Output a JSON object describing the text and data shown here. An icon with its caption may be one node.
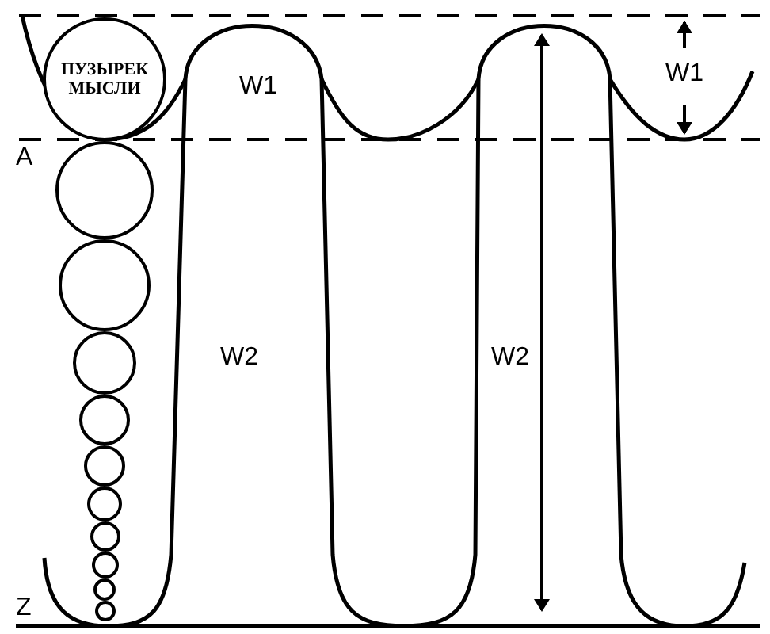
{
  "diagram": {
    "nodes": [
      {
        "text": [
          "ПУЗЫРЕК МЫСЛИ"
        ]
      },
      {
        "text": [],
        "shape": "circle"
      },
      {
        "text": [],
        "shape": "circle"
      },
      {
        "text": [],
        "shape": "circle"
      },
      {
        "text": [],
        "shape": "circle"
      },
      {
        "text": [],
        "shape": "circle"
      },
      {
        "text": [],
        "shape": "circle"
      },
      {
        "text": [],
        "shape": "circle"
      },
      {
        "text": [],
        "shape": "circle"
      },
      {
        "text": [],
        "shape": "circle"
      },
      {
        "text": [],
        "shape": "circle"
      }
    ],
    "edges": [],
    "labels": [
      "W1",
      "W1",
      "A",
      "W2",
      "W2",
      "Z"
    ]
  }
}
